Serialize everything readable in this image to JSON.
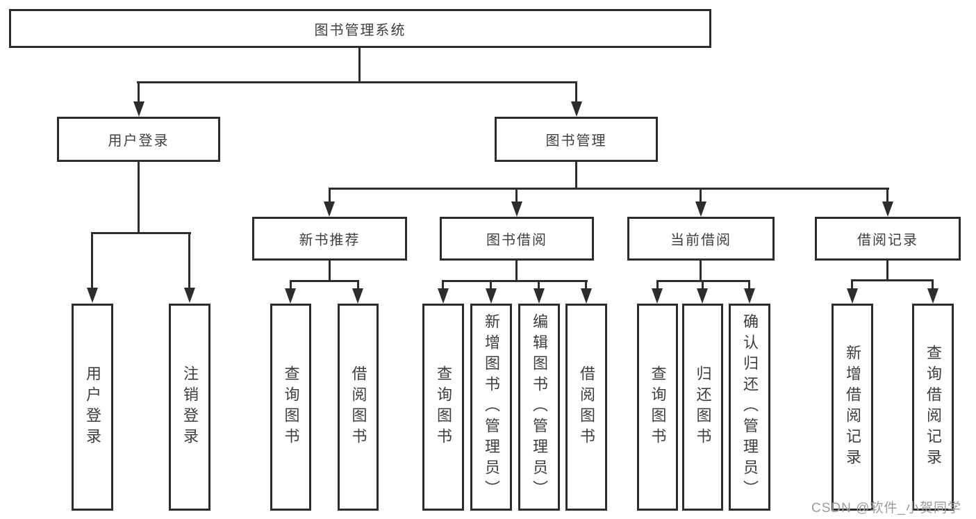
{
  "colors": {
    "line": "#2d2d2d",
    "text": "#3e3e3e",
    "watermark": "#9c9c9c",
    "background": "#ffffff"
  },
  "watermark": {
    "text": "CSDN @软件_小贺同学"
  },
  "tree": {
    "label": "图书管理系统",
    "children": [
      {
        "label": "用户登录",
        "children": [
          {
            "label": "用户登录"
          },
          {
            "label": "注销登录"
          }
        ]
      },
      {
        "label": "图书管理",
        "children": [
          {
            "label": "新书推荐",
            "children": [
              {
                "label": "查询图书"
              },
              {
                "label": "借阅图书"
              }
            ]
          },
          {
            "label": "图书借阅",
            "children": [
              {
                "label": "查询图书"
              },
              {
                "label": "新增图书（管理员）"
              },
              {
                "label": "编辑图书（管理员）"
              },
              {
                "label": "借阅图书"
              }
            ]
          },
          {
            "label": "当前借阅",
            "children": [
              {
                "label": "查询图书"
              },
              {
                "label": "归还图书"
              },
              {
                "label": "确认归还（管理员）"
              }
            ]
          },
          {
            "label": "借阅记录",
            "children": [
              {
                "label": "新增借阅记录"
              },
              {
                "label": "查询借阅记录"
              }
            ]
          }
        ]
      }
    ]
  }
}
